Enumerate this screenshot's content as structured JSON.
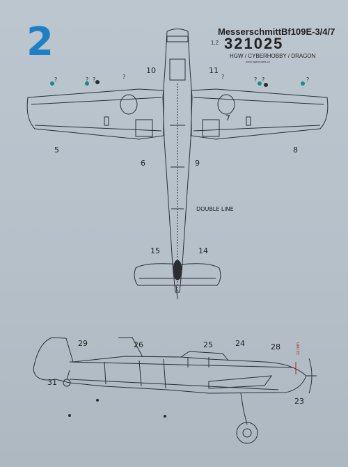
{
  "header": {
    "page_number": "2",
    "model_title": "MesserschmittBf109E-3/4/7",
    "scale": "1,2",
    "catalog_number": "321025",
    "brands": "HGW / CYBERHOBBY / DRAGON",
    "url": "www.hgwmodels.cz"
  },
  "top_view": {
    "callouts": [
      "10",
      "11",
      "5",
      "6",
      "9",
      "7",
      "8",
      "15",
      "14"
    ],
    "question_marks": [
      "?",
      "?",
      "?",
      "?",
      "?",
      "?",
      "?",
      "?"
    ],
    "note": "DOUBLE LINE"
  },
  "side_view": {
    "callouts": [
      "29",
      "26",
      "25",
      "24",
      "28",
      "31",
      "23"
    ],
    "dimension_note": "12 mm"
  },
  "colors": {
    "background": "#b9c3cc",
    "line": "#2a2e33",
    "accent_blue": "#1f7fc4",
    "marker_teal": "#1a8a8a",
    "dimension_red": "#b02020"
  }
}
